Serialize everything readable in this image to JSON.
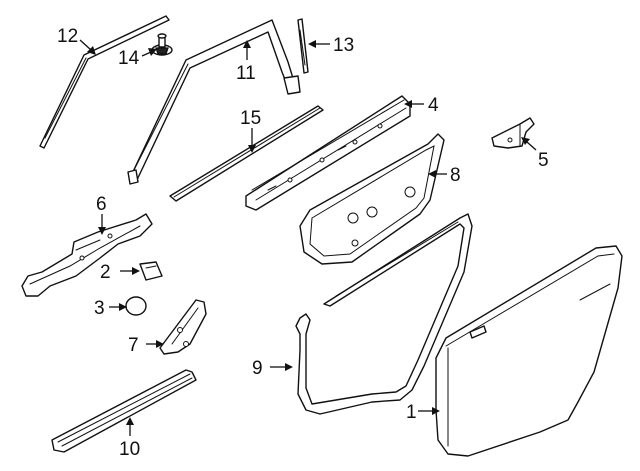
{
  "callouts": [
    {
      "number": "1"
    },
    {
      "number": "2"
    },
    {
      "number": "3"
    },
    {
      "number": "4"
    },
    {
      "number": "5"
    },
    {
      "number": "6"
    },
    {
      "number": "7"
    },
    {
      "number": "8"
    },
    {
      "number": "9"
    },
    {
      "number": "10"
    },
    {
      "number": "11"
    },
    {
      "number": "12"
    },
    {
      "number": "13"
    },
    {
      "number": "14"
    },
    {
      "number": "15"
    }
  ]
}
